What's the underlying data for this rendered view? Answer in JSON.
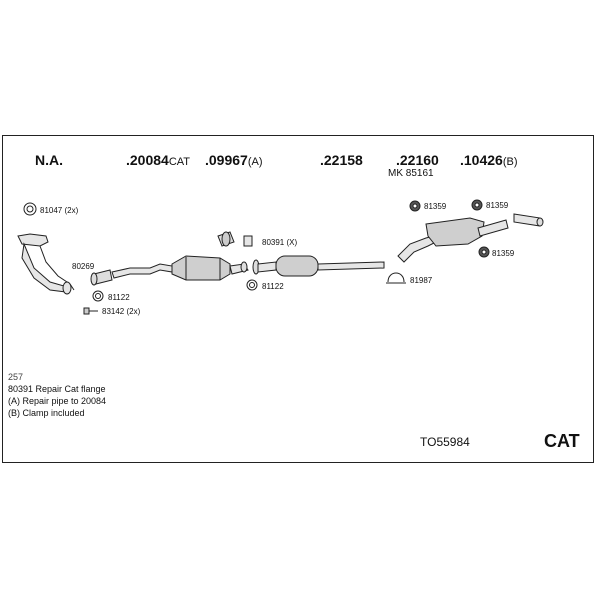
{
  "header": {
    "na": "N.A.",
    "p1_num": ".20084",
    "p1_suffix": "CAT",
    "p2_num": ".09967",
    "p2_suffix": "(A)",
    "p3": ".22158",
    "p4": ".22160",
    "p4_sub": "MK 85161",
    "p5_num": ".10426",
    "p5_suffix": "(B)"
  },
  "callouts": {
    "c81047": "81047 (2x)",
    "c80269": "80269",
    "c81122a": "81122",
    "c83142": "83142 (2x)",
    "c80391": "80391 (X)",
    "c81122b": "81122",
    "c81359a": "81359",
    "c81359b": "81359",
    "c81359c": "81359",
    "c81987": "81987"
  },
  "notes": {
    "n257": "257",
    "line1": "80391 Repair Cat flange",
    "line2": "(A) Repair pipe to 20084",
    "line3": "(B) Clamp included"
  },
  "footer": {
    "code": "TO55984",
    "cat": "CAT"
  }
}
